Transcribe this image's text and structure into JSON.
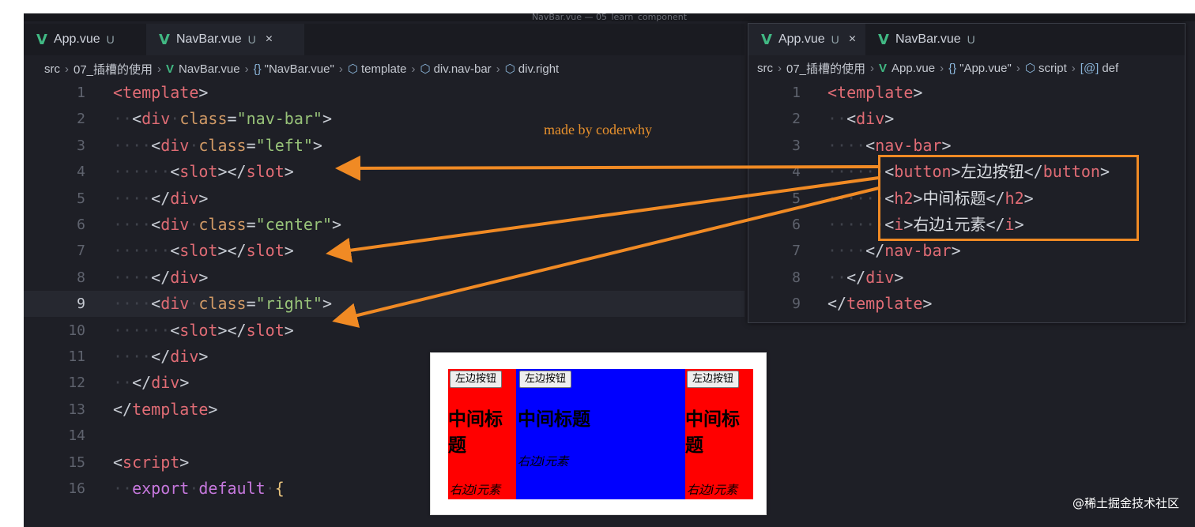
{
  "window": {
    "title": "NavBar.vue — 05_learn_component"
  },
  "left_editor": {
    "tabs": [
      {
        "name": "App.vue",
        "status": "U",
        "close": ""
      },
      {
        "name": "NavBar.vue",
        "status": "U",
        "close": "×"
      }
    ],
    "breadcrumb": [
      "src",
      "07_插槽的使用",
      "NavBar.vue",
      "\"NavBar.vue\"",
      "template",
      "div.nav-bar",
      "div.right"
    ],
    "line_numbers": [
      "1",
      "2",
      "3",
      "4",
      "5",
      "6",
      "7",
      "8",
      "9",
      "10",
      "11",
      "12",
      "13",
      "14",
      "15",
      "16"
    ],
    "lines": [
      {
        "i": "",
        "t": [
          [
            "tag",
            "<"
          ],
          [
            "tag",
            "template"
          ],
          [
            "brk",
            ">"
          ]
        ]
      },
      {
        "i": "··",
        "t": [
          [
            "brk",
            "<"
          ],
          [
            "tag",
            "div"
          ],
          [
            "ws",
            "·"
          ],
          [
            "attr",
            "class"
          ],
          [
            "brk",
            "="
          ],
          [
            "str",
            "\"nav-bar\""
          ],
          [
            "brk",
            ">"
          ]
        ]
      },
      {
        "i": "····",
        "t": [
          [
            "brk",
            "<"
          ],
          [
            "tag",
            "div"
          ],
          [
            "ws",
            "·"
          ],
          [
            "attr",
            "class"
          ],
          [
            "brk",
            "="
          ],
          [
            "str",
            "\"left\""
          ],
          [
            "brk",
            ">"
          ]
        ]
      },
      {
        "i": "······",
        "t": [
          [
            "brk",
            "<"
          ],
          [
            "tag",
            "slot"
          ],
          [
            "brk",
            "></"
          ],
          [
            "tag",
            "slot"
          ],
          [
            "brk",
            ">"
          ]
        ]
      },
      {
        "i": "····",
        "t": [
          [
            "brk",
            "</"
          ],
          [
            "tag",
            "div"
          ],
          [
            "brk",
            ">"
          ]
        ]
      },
      {
        "i": "····",
        "t": [
          [
            "brk",
            "<"
          ],
          [
            "tag",
            "div"
          ],
          [
            "ws",
            "·"
          ],
          [
            "attr",
            "class"
          ],
          [
            "brk",
            "="
          ],
          [
            "str",
            "\"center\""
          ],
          [
            "brk",
            ">"
          ]
        ]
      },
      {
        "i": "······",
        "t": [
          [
            "brk",
            "<"
          ],
          [
            "tag",
            "slot"
          ],
          [
            "brk",
            "></"
          ],
          [
            "tag",
            "slot"
          ],
          [
            "brk",
            ">"
          ]
        ]
      },
      {
        "i": "····",
        "t": [
          [
            "brk",
            "</"
          ],
          [
            "tag",
            "div"
          ],
          [
            "brk",
            ">"
          ]
        ]
      },
      {
        "i": "····",
        "t": [
          [
            "brk",
            "<"
          ],
          [
            "tag",
            "div"
          ],
          [
            "ws",
            "·"
          ],
          [
            "attr",
            "class"
          ],
          [
            "brk",
            "="
          ],
          [
            "str",
            "\"right\""
          ],
          [
            "brk",
            ">"
          ]
        ]
      },
      {
        "i": "······",
        "t": [
          [
            "brk",
            "<"
          ],
          [
            "tag",
            "slot"
          ],
          [
            "brk",
            "></"
          ],
          [
            "tag",
            "slot"
          ],
          [
            "brk",
            ">"
          ]
        ]
      },
      {
        "i": "····",
        "t": [
          [
            "brk",
            "</"
          ],
          [
            "tag",
            "div"
          ],
          [
            "brk",
            ">"
          ]
        ]
      },
      {
        "i": "··",
        "t": [
          [
            "brk",
            "</"
          ],
          [
            "tag",
            "div"
          ],
          [
            "brk",
            ">"
          ]
        ]
      },
      {
        "i": "",
        "t": [
          [
            "brk",
            "</"
          ],
          [
            "tag",
            "template"
          ],
          [
            "brk",
            ">"
          ]
        ]
      },
      {
        "i": "",
        "t": []
      },
      {
        "i": "",
        "t": [
          [
            "brk",
            "<"
          ],
          [
            "tag",
            "script"
          ],
          [
            "brk",
            ">"
          ]
        ]
      },
      {
        "i": "··",
        "t": [
          [
            "kw",
            "export"
          ],
          [
            "ws",
            "·"
          ],
          [
            "kw",
            "default"
          ],
          [
            "ws",
            "·"
          ],
          [
            "brace",
            "{"
          ]
        ]
      }
    ]
  },
  "right_editor": {
    "tabs": [
      {
        "name": "App.vue",
        "status": "U",
        "close": "×"
      },
      {
        "name": "NavBar.vue",
        "status": "U",
        "close": ""
      }
    ],
    "breadcrumb": [
      "src",
      "07_插槽的使用",
      "App.vue",
      "\"App.vue\"",
      "script",
      "def"
    ],
    "line_numbers": [
      "1",
      "2",
      "3",
      "4",
      "5",
      "6",
      "7",
      "8",
      "9"
    ],
    "lines": [
      {
        "i": "",
        "t": [
          [
            "tag",
            "<"
          ],
          [
            "tag",
            "template"
          ],
          [
            "brk",
            ">"
          ]
        ]
      },
      {
        "i": "··",
        "t": [
          [
            "brk",
            "<"
          ],
          [
            "tag",
            "div"
          ],
          [
            "brk",
            ">"
          ]
        ]
      },
      {
        "i": "····",
        "t": [
          [
            "brk",
            "<"
          ],
          [
            "tag",
            "nav-bar"
          ],
          [
            "brk",
            ">"
          ]
        ]
      },
      {
        "i": "······",
        "t": [
          [
            "brk",
            "<"
          ],
          [
            "tag",
            "button"
          ],
          [
            "brk",
            ">"
          ],
          [
            "txt",
            "左边按钮"
          ],
          [
            "brk",
            "</"
          ],
          [
            "tag",
            "button"
          ],
          [
            "brk",
            ">"
          ]
        ]
      },
      {
        "i": "······",
        "t": [
          [
            "brk",
            "<"
          ],
          [
            "tag",
            "h2"
          ],
          [
            "brk",
            ">"
          ],
          [
            "txt",
            "中间标题"
          ],
          [
            "brk",
            "</"
          ],
          [
            "tag",
            "h2"
          ],
          [
            "brk",
            ">"
          ]
        ]
      },
      {
        "i": "······",
        "t": [
          [
            "brk",
            "<"
          ],
          [
            "tag",
            "i"
          ],
          [
            "brk",
            ">"
          ],
          [
            "txt",
            "右边i元素"
          ],
          [
            "brk",
            "</"
          ],
          [
            "tag",
            "i"
          ],
          [
            "brk",
            ">"
          ]
        ]
      },
      {
        "i": "····",
        "t": [
          [
            "brk",
            "</"
          ],
          [
            "tag",
            "nav-bar"
          ],
          [
            "brk",
            ">"
          ]
        ]
      },
      {
        "i": "··",
        "t": [
          [
            "brk",
            "</"
          ],
          [
            "tag",
            "div"
          ],
          [
            "brk",
            ">"
          ]
        ]
      },
      {
        "i": "",
        "t": [
          [
            "brk",
            "</"
          ],
          [
            "tag",
            "template"
          ],
          [
            "brk",
            ">"
          ]
        ]
      }
    ]
  },
  "annotation": {
    "signature": "made by coderwhy",
    "arrow_color": "#f08a24"
  },
  "preview": {
    "columns": [
      {
        "color": "#ff0000",
        "button": "左边按钮",
        "title": "中间标题",
        "italic": "右边i元素"
      },
      {
        "color": "#0000ff",
        "button": "左边按钮",
        "title": "中间标题",
        "italic": "右边i元素"
      },
      {
        "color": "#ff0000",
        "button": "左边按钮",
        "title": "中间标题",
        "italic": "右边i元素"
      }
    ]
  },
  "watermark": "@稀土掘金技术社区",
  "colors": {
    "vue_green": "#41b883",
    "tag": "#e06c75",
    "attr": "#d19a66",
    "string": "#98c379",
    "keyword": "#c678dd"
  }
}
